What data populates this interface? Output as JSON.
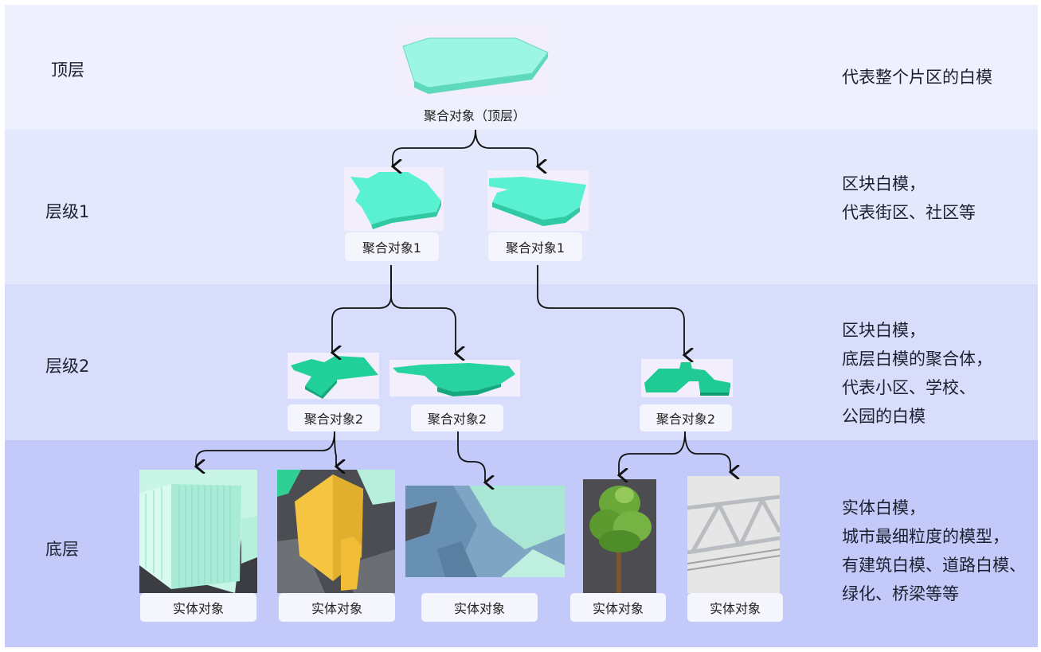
{
  "levels": {
    "top": {
      "label": "顶层",
      "description": [
        "代表整个片区的白模"
      ]
    },
    "level1": {
      "label": "层级1",
      "description": [
        "区块白模，",
        "代表街区、社区等"
      ]
    },
    "level2": {
      "label": "层级2",
      "description": [
        "区块白模，",
        "底层白模的聚合体，",
        "代表小区、学校、",
        "公园的白模"
      ]
    },
    "bottom": {
      "label": "底层",
      "description": [
        "实体白模，",
        "城市最细粒度的模型，",
        "有建筑白模、道路白模、",
        "绿化、桥梁等等"
      ]
    }
  },
  "nodes": {
    "top": {
      "label": "聚合对象（顶层）"
    },
    "level1": [
      {
        "label": "聚合对象1"
      },
      {
        "label": "聚合对象1"
      }
    ],
    "level2": [
      {
        "label": "聚合对象2"
      },
      {
        "label": "聚合对象2"
      },
      {
        "label": "聚合对象2"
      }
    ],
    "bottom": [
      {
        "label": "实体对象",
        "kind": "building-white"
      },
      {
        "label": "实体对象",
        "kind": "building-yellow"
      },
      {
        "label": "实体对象",
        "kind": "road"
      },
      {
        "label": "实体对象",
        "kind": "tree"
      },
      {
        "label": "实体对象",
        "kind": "bridge"
      }
    ]
  },
  "colors": {
    "band_top": "#eef1fd",
    "band_level1": "#e4e8fc",
    "band_level2": "#d8ddfb",
    "band_bottom": "#c3caf9",
    "model_light": "#7ff5dc",
    "model_mid": "#4ef0cf",
    "model_dark": "#1fc993",
    "arrow": "#111111"
  }
}
